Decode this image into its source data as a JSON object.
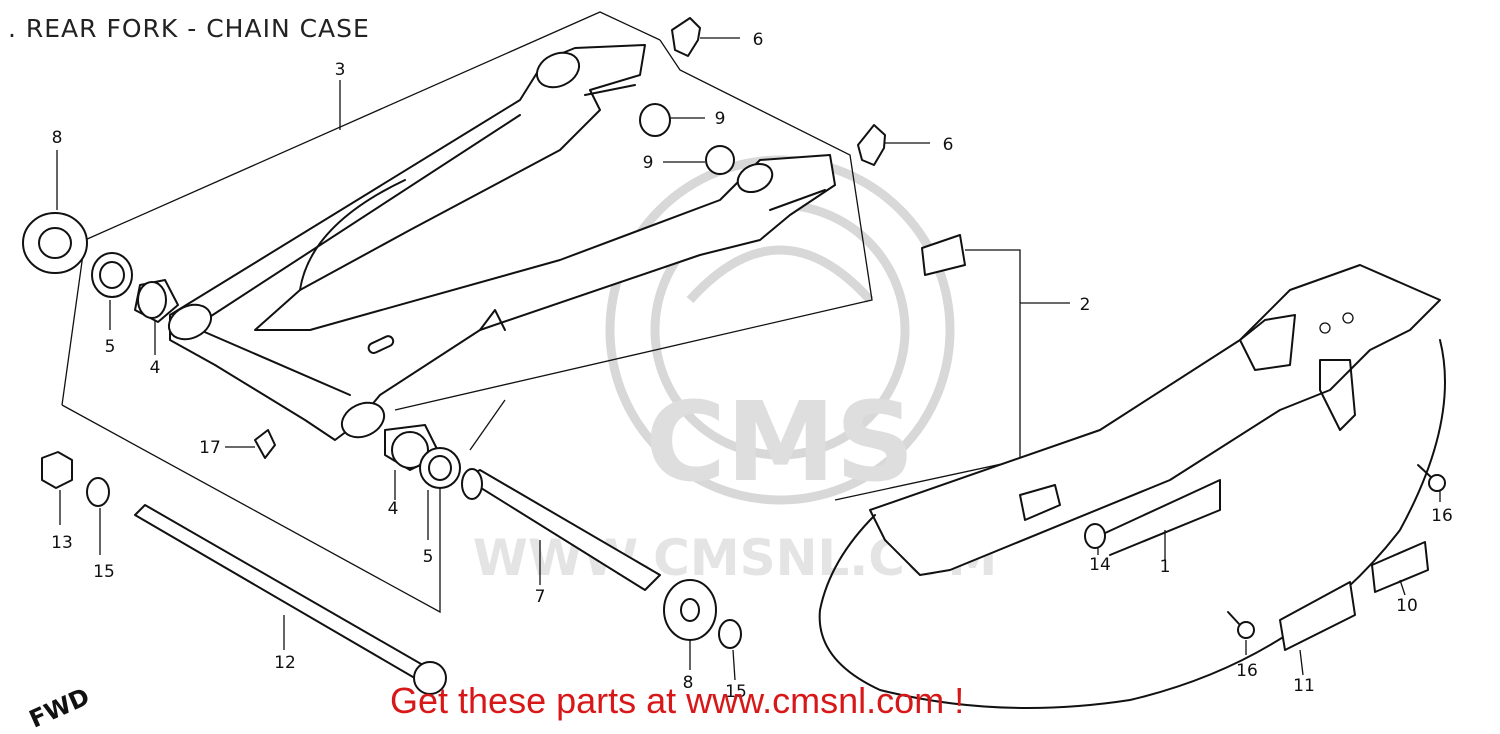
{
  "title": ". REAR FORK - CHAIN CASE",
  "footer": "Get these parts at www.cmsnl.com !",
  "fwd_label": "FWD",
  "watermark": {
    "logo_text": "CMS",
    "url_text": "WWW.CMSNL.COM"
  },
  "colors": {
    "line": "#111111",
    "footer": "#d81818",
    "watermark": "#e2e2e2"
  },
  "callouts": {
    "c1": "1",
    "c2": "2",
    "c3": "3",
    "c4a": "4",
    "c4b": "4",
    "c5a": "5",
    "c5b": "5",
    "c6a": "6",
    "c6b": "6",
    "c7": "7",
    "c8a": "8",
    "c8b": "8",
    "c9a": "9",
    "c9b": "9",
    "c10": "10",
    "c11": "11",
    "c12": "12",
    "c13": "13",
    "c14": "14",
    "c15a": "15",
    "c15b": "15",
    "c16a": "16",
    "c16b": "16",
    "c17": "17"
  }
}
